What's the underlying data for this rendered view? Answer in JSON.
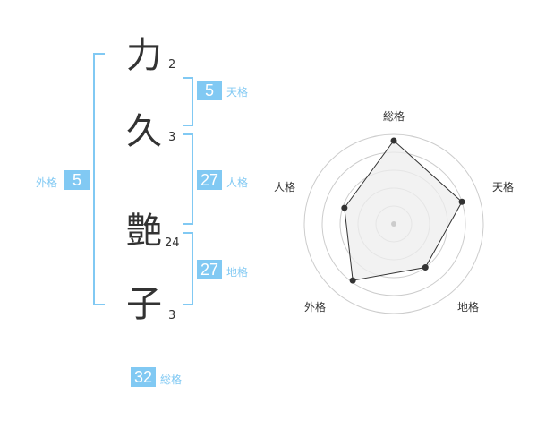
{
  "name": {
    "chars": [
      {
        "char": "力",
        "strokes": "2"
      },
      {
        "char": "久",
        "strokes": "3"
      },
      {
        "char": "艶",
        "strokes": "24"
      },
      {
        "char": "子",
        "strokes": "3"
      }
    ]
  },
  "fortunes": {
    "tenkaku": {
      "label": "天格",
      "value": "5"
    },
    "jinkaku": {
      "label": "人格",
      "value": "27"
    },
    "chikaku": {
      "label": "地格",
      "value": "27"
    },
    "gaikaku": {
      "label": "外格",
      "value": "5"
    },
    "soukaku": {
      "label": "総格",
      "value": "32"
    }
  },
  "radar": {
    "labels": {
      "soukaku": "総格",
      "tenkaku": "天格",
      "chikaku": "地格",
      "gaikaku": "外格",
      "jinkaku": "人格"
    },
    "scores": {
      "soukaku": 0.93,
      "tenkaku": 0.8,
      "chikaku": 0.6,
      "gaikaku": 0.78,
      "jinkaku": 0.58
    },
    "colors": {
      "ring": "#cccccc",
      "fill": "#eeeeee",
      "line": "#333333",
      "center": "#cccccc"
    }
  },
  "colors": {
    "accent": "#81c9f3",
    "text": "#333333"
  }
}
